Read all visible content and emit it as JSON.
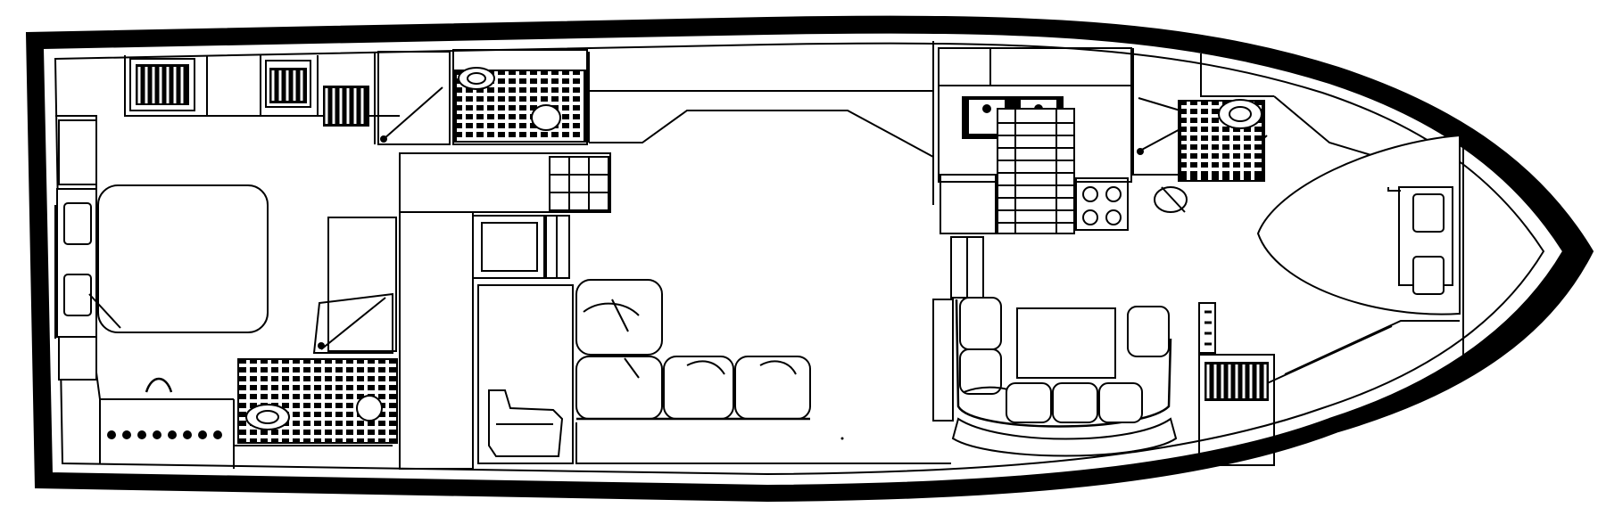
{
  "diagram": {
    "type": "boat-floor-plan",
    "view": "top-down",
    "colors": {
      "ink": "#000000",
      "paper": "#ffffff"
    },
    "elements": [
      "hull-outline",
      "aft-master-stateroom",
      "aft-double-berth",
      "aft-wardrobe-hangers",
      "aft-shower-stall",
      "aft-head-grid-floor",
      "aft-toilet",
      "aft-sink",
      "companionway-stairs",
      "salon-settee",
      "helm-chair",
      "galley-range",
      "galley-stairs",
      "galley-sink",
      "dinette-table",
      "dinette-seating",
      "forward-head",
      "forward-shower",
      "forward-stateroom-vberth",
      "forward-wardrobe-hangers"
    ]
  }
}
